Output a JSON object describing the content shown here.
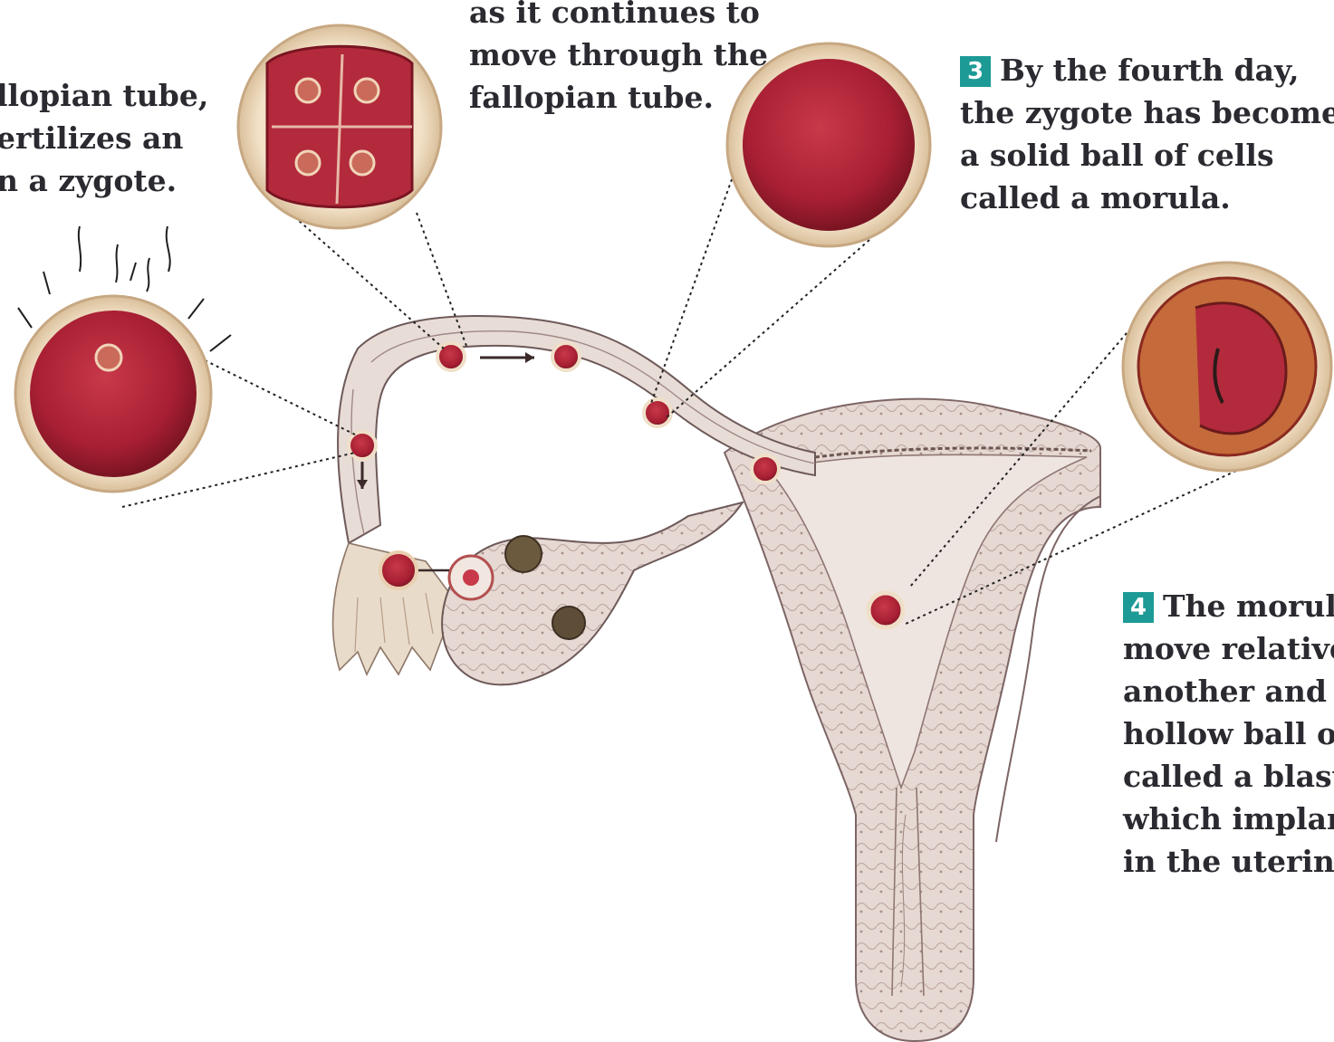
{
  "captions": {
    "step1": {
      "lines": [
        "llopian tube,",
        "ertilizes an",
        "n a zygote."
      ]
    },
    "step2": {
      "lines": [
        "as it continues to",
        "move through the",
        "fallopian tube."
      ]
    },
    "step3": {
      "badge": "3",
      "lines": [
        "By the fourth day,",
        "the zygote has become",
        "a solid ball of cells",
        "called a morula."
      ]
    },
    "step4": {
      "badge": "4",
      "lines": [
        "The morula",
        "move relative t",
        "another and for",
        "hollow ball of c",
        "called a blastoc",
        "which implants",
        "in the uterine v"
      ]
    }
  },
  "colors": {
    "cell": "#b3263a",
    "cell_dark": "#7a1422",
    "zona": "#efd9bd",
    "tissue": "#dccbc4",
    "tissue_line": "#7d6565",
    "badge": "#1d9a96",
    "text": "#2a2a30"
  }
}
